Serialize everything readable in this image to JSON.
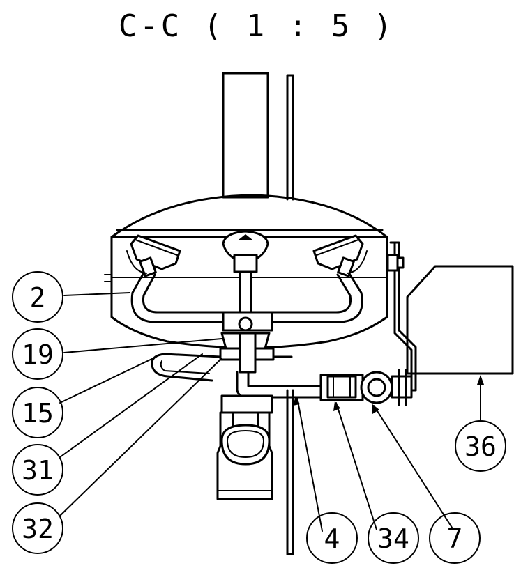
{
  "drawing": {
    "view_title": "C-C ( 1 : 5 )",
    "callouts": [
      {
        "id": "c2",
        "label": "2"
      },
      {
        "id": "c19",
        "label": "19"
      },
      {
        "id": "c15",
        "label": "15"
      },
      {
        "id": "c31",
        "label": "31"
      },
      {
        "id": "c32",
        "label": "32"
      },
      {
        "id": "c4",
        "label": "4"
      },
      {
        "id": "c34",
        "label": "34"
      },
      {
        "id": "c7",
        "label": "7"
      },
      {
        "id": "c36",
        "label": "36"
      }
    ]
  }
}
